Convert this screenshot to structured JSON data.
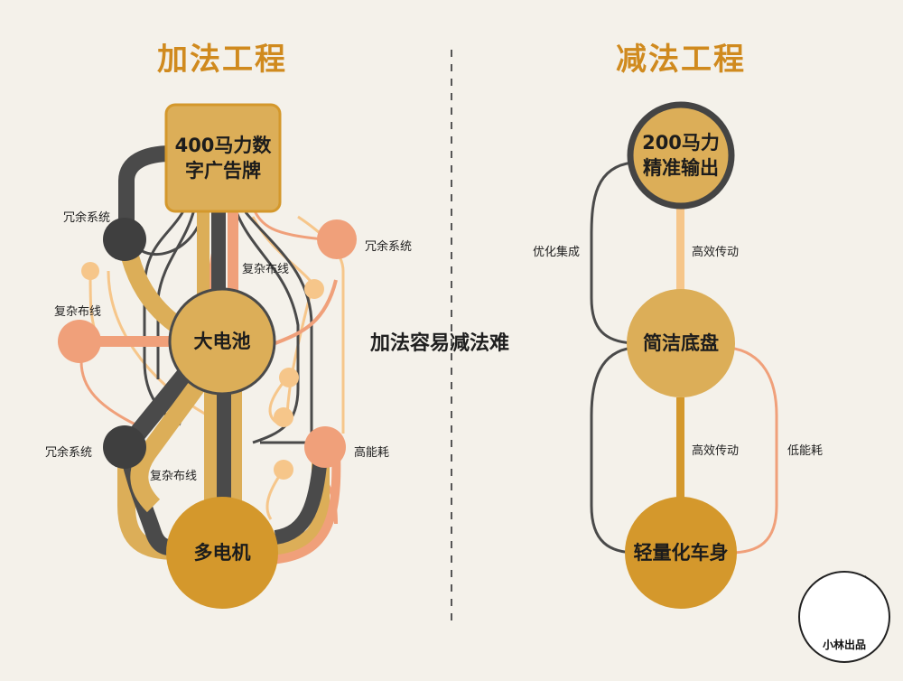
{
  "left": {
    "title": "加法工程",
    "nodes": {
      "billboard": "400马力数\n字广告牌",
      "battery": "大电池",
      "motors": "多电机"
    },
    "labels": {
      "redundant_1": "冗余系统",
      "redundant_2": "冗余系统",
      "redundant_3": "冗余系统",
      "wiring_1": "复杂布线",
      "wiring_2": "复杂布线",
      "wiring_3": "复杂布线",
      "high_power": "高能耗"
    }
  },
  "center": {
    "text": "加法容易减法难"
  },
  "right": {
    "title": "减法工程",
    "nodes": {
      "output": "200马力\n精准输出",
      "chassis": "简洁底盘",
      "body": "轻量化车身"
    },
    "labels": {
      "integration": "优化集成",
      "efficient_1": "高效传动",
      "efficient_2": "高效传动",
      "low_power": "低能耗"
    }
  },
  "badge": {
    "text": "小林出品"
  },
  "colors": {
    "background": "#f4f1ea",
    "gold": "#dcae58",
    "dark_gold": "#d4982c",
    "title": "#d08a1e",
    "salmon": "#f0a07a",
    "charcoal": "#4a4a4a",
    "light_orange": "#f6c68a"
  }
}
